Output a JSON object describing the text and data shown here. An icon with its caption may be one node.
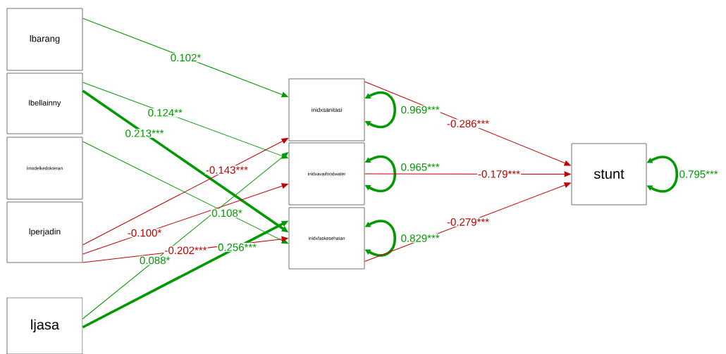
{
  "diagram": {
    "nodes": [
      {
        "text": [
          "lbarang"
        ]
      },
      {
        "text": [
          "lbellainny"
        ]
      },
      {
        "text": [
          "lmodelkedokteran"
        ]
      },
      {
        "text": [
          "lperjadin"
        ]
      },
      {
        "text": [
          "ljasa"
        ]
      },
      {
        "text": [
          "inidxsanitasi"
        ]
      },
      {
        "text": [
          "inidxavaifoodwater"
        ]
      },
      {
        "text": [
          "inidxfaskesehatan"
        ]
      },
      {
        "text": [
          "stunt"
        ]
      }
    ],
    "edges": [
      {
        "from": 0,
        "to": 5,
        "arrow": "to",
        "label": "0.102*"
      },
      {
        "from": 1,
        "to": 6,
        "arrow": "to",
        "label": "0.124**"
      },
      {
        "from": 1,
        "to": 7,
        "arrow": "to",
        "label": "0.213***",
        "style": "thick"
      },
      {
        "from": 2,
        "to": 7,
        "arrow": "to",
        "label": "0.108*"
      },
      {
        "from": 3,
        "to": 5,
        "arrow": "to",
        "label": "-0.143***",
        "color": "#c00000"
      },
      {
        "from": 3,
        "to": 6,
        "arrow": "to",
        "label": "-0.100*",
        "color": "#c00000"
      },
      {
        "from": 3,
        "to": 7,
        "arrow": "to",
        "label": "-0.202***",
        "color": "#c00000"
      },
      {
        "from": 4,
        "to": 6,
        "arrow": "to",
        "label": "0.088*"
      },
      {
        "from": 4,
        "to": 7,
        "arrow": "to",
        "label": "0.256***",
        "style": "thick"
      },
      {
        "from": 5,
        "to": 5,
        "arrow": "both",
        "label": "0.969***",
        "style": "thick"
      },
      {
        "from": 6,
        "to": 6,
        "arrow": "both",
        "label": "0.965***",
        "style": "thick"
      },
      {
        "from": 7,
        "to": 7,
        "arrow": "both",
        "label": "0.829***",
        "style": "thick"
      },
      {
        "from": 5,
        "to": 8,
        "arrow": "to",
        "label": "-0.286***",
        "color": "#c00000"
      },
      {
        "from": 6,
        "to": 8,
        "arrow": "to",
        "label": "-0.179***",
        "color": "#c00000"
      },
      {
        "from": 7,
        "to": 8,
        "arrow": "to",
        "label": "-0.279***",
        "color": "#c00000"
      },
      {
        "from": 8,
        "to": 8,
        "arrow": "both",
        "label": "0.795***",
        "style": "thick"
      }
    ]
  }
}
